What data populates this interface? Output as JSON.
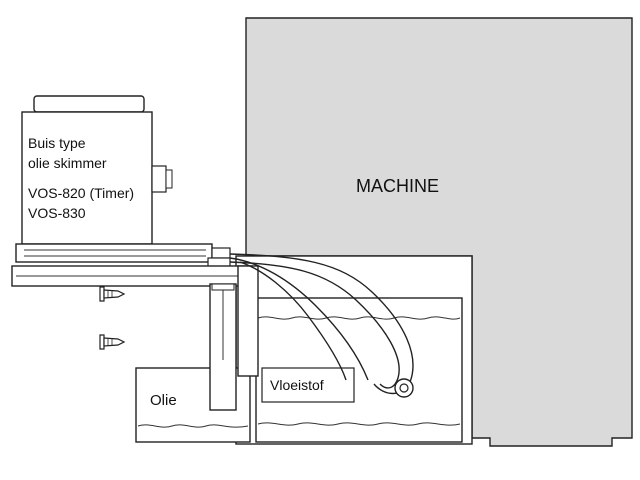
{
  "colors": {
    "machine_fill": "#dadada",
    "outline": "#222222",
    "background": "#ffffff"
  },
  "labels": {
    "skimmer_line1": "Buis type",
    "skimmer_line2": "olie skimmer",
    "skimmer_line3": "VOS-820 (Timer)",
    "skimmer_line4": "VOS-830",
    "machine": "MACHINE",
    "oil": "Olie",
    "liquid": "Vloeistof"
  },
  "icons": [
    "mounting-screw-icon",
    "mounting-screw-icon"
  ]
}
